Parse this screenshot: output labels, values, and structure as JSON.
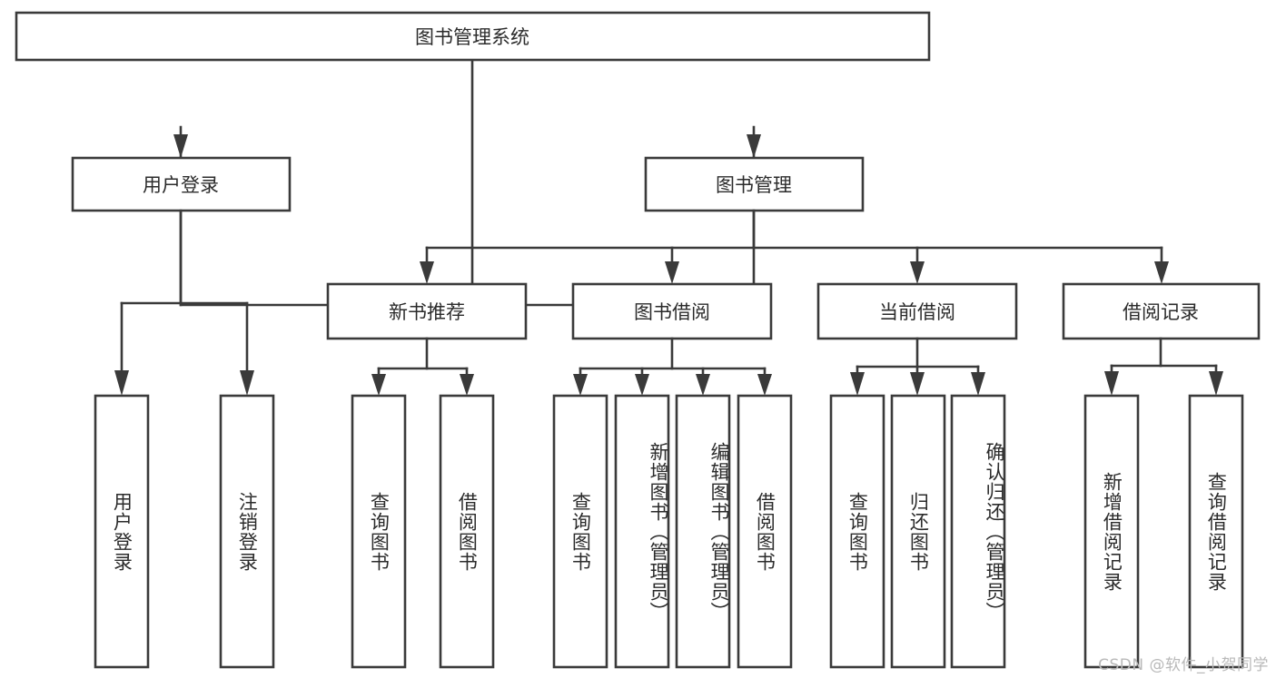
{
  "diagram": {
    "title": "图书管理系统",
    "type": "tree-hierarchy-chart",
    "orientation": "top-down",
    "colors": {
      "stroke": "#3a3a3a",
      "fill": "#ffffff",
      "text": "#2b2b2b",
      "watermark": "#b9b9b9"
    },
    "root": {
      "label": "图书管理系统"
    },
    "level2": [
      {
        "label": "用户登录"
      },
      {
        "label": "图书管理"
      }
    ],
    "level3": [
      {
        "label": "新书推荐"
      },
      {
        "label": "图书借阅"
      },
      {
        "label": "当前借阅"
      },
      {
        "label": "借阅记录"
      }
    ],
    "leaves": {
      "user_login": [
        {
          "label": "用户登录"
        },
        {
          "label": "注销登录"
        }
      ],
      "new_book_recommend": [
        {
          "label": "查询图书"
        },
        {
          "label": "借阅图书"
        }
      ],
      "book_borrow": [
        {
          "label": "查询图书"
        },
        {
          "label": "新增图书（管理员）"
        },
        {
          "label": "编辑图书（管理员）"
        },
        {
          "label": "借阅图书"
        }
      ],
      "current_borrow": [
        {
          "label": "查询图书"
        },
        {
          "label": "归还图书"
        },
        {
          "label": "确认归还（管理员）"
        }
      ],
      "borrow_record": [
        {
          "label": "新增借阅记录"
        },
        {
          "label": "查询借阅记录"
        }
      ]
    }
  },
  "watermark": {
    "text": "CSDN @软件_小贺同学"
  }
}
